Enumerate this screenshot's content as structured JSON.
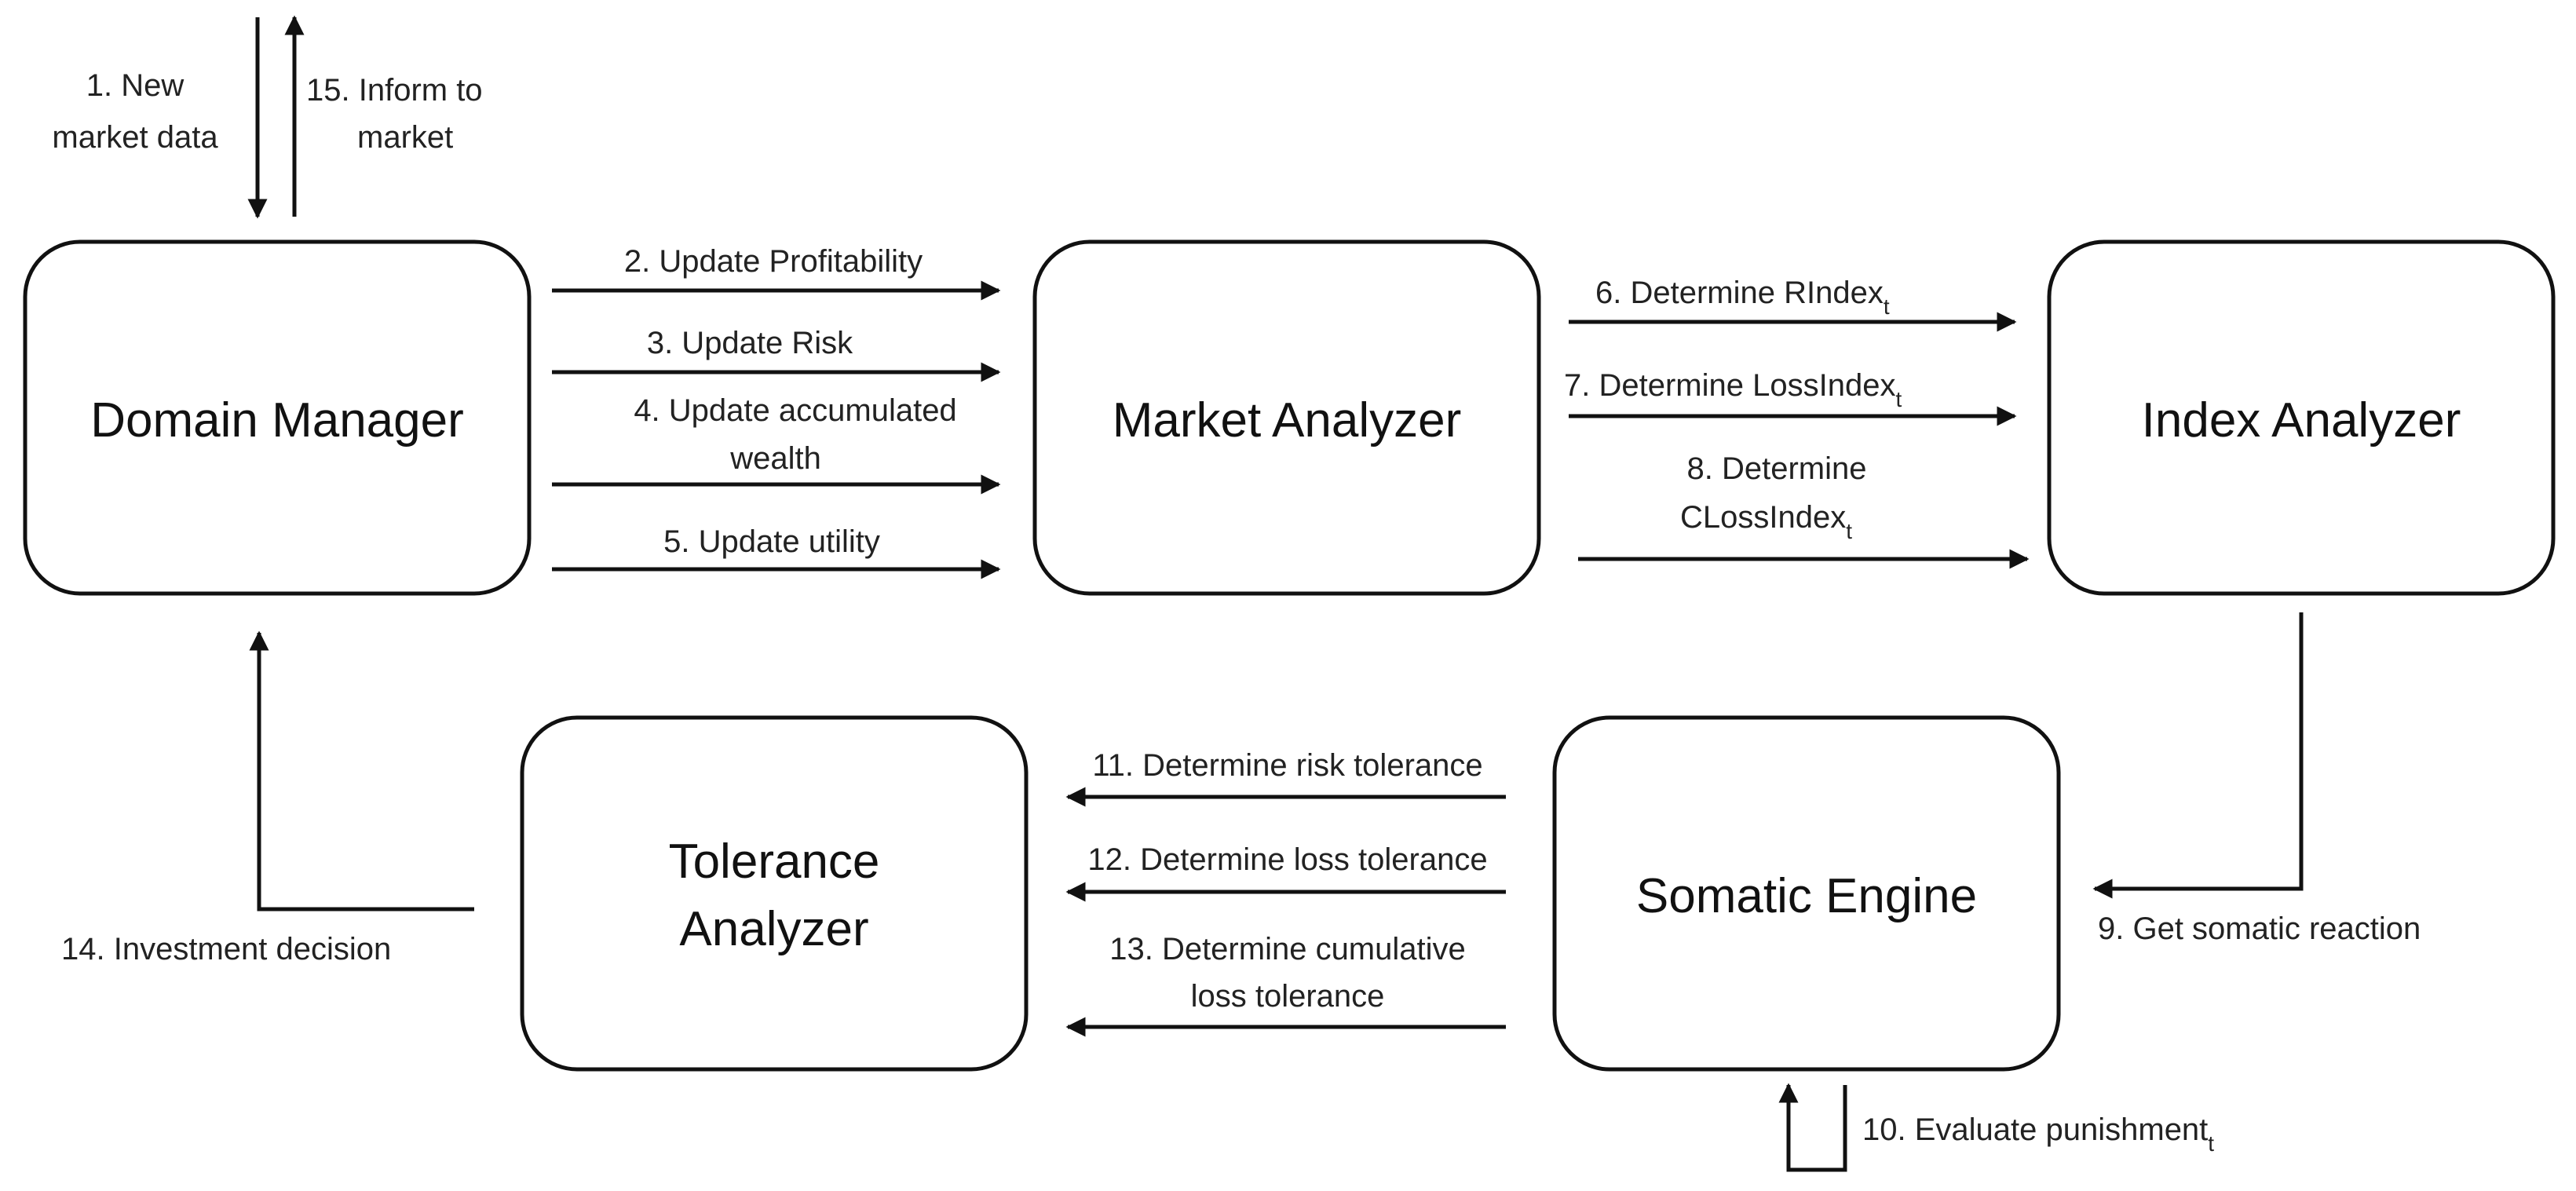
{
  "boxes": {
    "domain_manager": "Domain Manager",
    "market_analyzer": "Market Analyzer",
    "index_analyzer": "Index Analyzer",
    "tolerance_analyzer": [
      "Tolerance",
      "Analyzer"
    ],
    "somatic_engine": "Somatic Engine"
  },
  "steps": {
    "s1": [
      "1. New",
      "market data"
    ],
    "s2": "2. Update Profitability",
    "s3": "3. Update Risk",
    "s4": [
      "4. Update accumulated",
      "wealth"
    ],
    "s5": "5. Update utility",
    "s6": {
      "text": "6. Determine RIndex",
      "sub": "t"
    },
    "s7": {
      "text": "7. Determine LossIndex",
      "sub": "t"
    },
    "s8": {
      "line1": "8. Determine",
      "line2": "CLossIndex",
      "sub": "t"
    },
    "s9": "9. Get somatic reaction",
    "s10": {
      "text": "10. Evaluate punishment",
      "sub": "t"
    },
    "s11": "11. Determine risk tolerance",
    "s12": "12. Determine loss tolerance",
    "s13": [
      "13. Determine cumulative",
      "loss tolerance"
    ],
    "s14": "14. Investment decision",
    "s15": [
      "15. Inform to",
      "market"
    ]
  }
}
